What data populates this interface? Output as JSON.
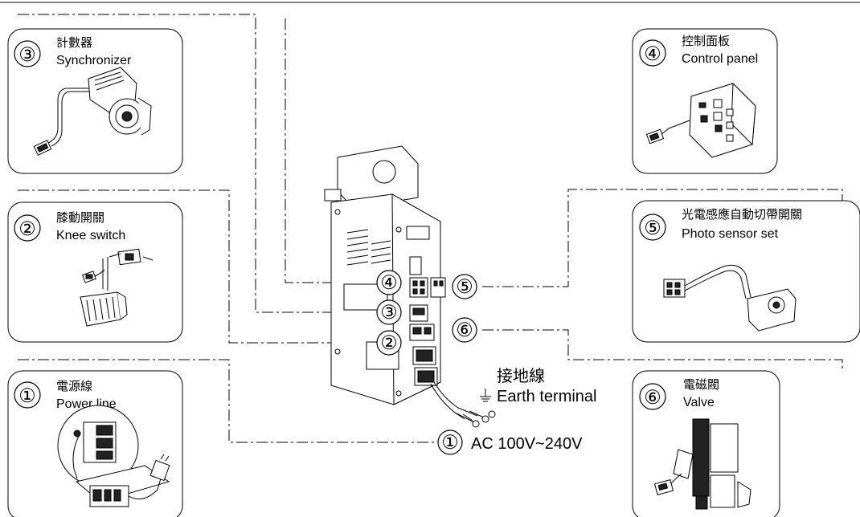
{
  "components": [
    {
      "num": "③",
      "zh": "計數器",
      "en": "Synchronizer",
      "icon": "synchronizer-icon"
    },
    {
      "num": "②",
      "zh": "膝動開關",
      "en": "Knee switch",
      "icon": "knee-switch-icon"
    },
    {
      "num": "①",
      "zh": "電源線",
      "en": "Power line",
      "icon": "power-plug-icon"
    },
    {
      "num": "④",
      "zh": "控制面板",
      "en": "Control panel",
      "icon": "control-panel-icon"
    },
    {
      "num": "⑤",
      "zh": "光電感應自動切帶開關",
      "en": "Photo sensor set",
      "icon": "photo-sensor-icon"
    },
    {
      "num": "⑥",
      "zh": "電磁閥",
      "en": "Valve",
      "icon": "valve-icon"
    }
  ],
  "connectors": [
    {
      "num": "④"
    },
    {
      "num": "③"
    },
    {
      "num": "②"
    },
    {
      "num": "⑤"
    },
    {
      "num": "⑥"
    },
    {
      "num": "①"
    }
  ],
  "earth": {
    "zh": "接地線",
    "en": "Earth terminal",
    "icon": "ground-symbol-icon"
  },
  "power": {
    "label": "AC 100V~240V"
  }
}
